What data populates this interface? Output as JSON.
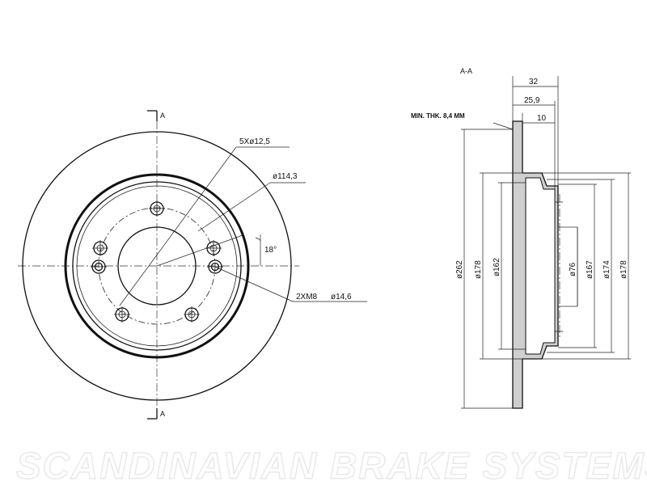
{
  "section_marker": "A",
  "section_title": "A-A",
  "front_view": {
    "labels": {
      "bolt_holes": "5Xø12,5",
      "pcd": "ø114,3",
      "angle": "18°",
      "threaded_holes": "2XM8",
      "threaded_dia": "ø14,6"
    }
  },
  "section_view": {
    "labels": {
      "total_height": "32",
      "hat_height": "25,9",
      "disc_thickness": "10",
      "min_thickness": "MIN. THK. 8,4 MM",
      "dia_outer": "ø262",
      "dia_178_left": "ø178",
      "dia_162": "ø162",
      "dia_76": "ø76",
      "dia_167": "ø167",
      "dia_174": "ø174",
      "dia_178_right": "ø178"
    }
  },
  "watermark": "SCANDINAVIAN BRAKE SYSTEMS",
  "colors": {
    "line": "#111111",
    "fill_section": "#cfcfcf",
    "watermark": "#e8e8e8"
  }
}
